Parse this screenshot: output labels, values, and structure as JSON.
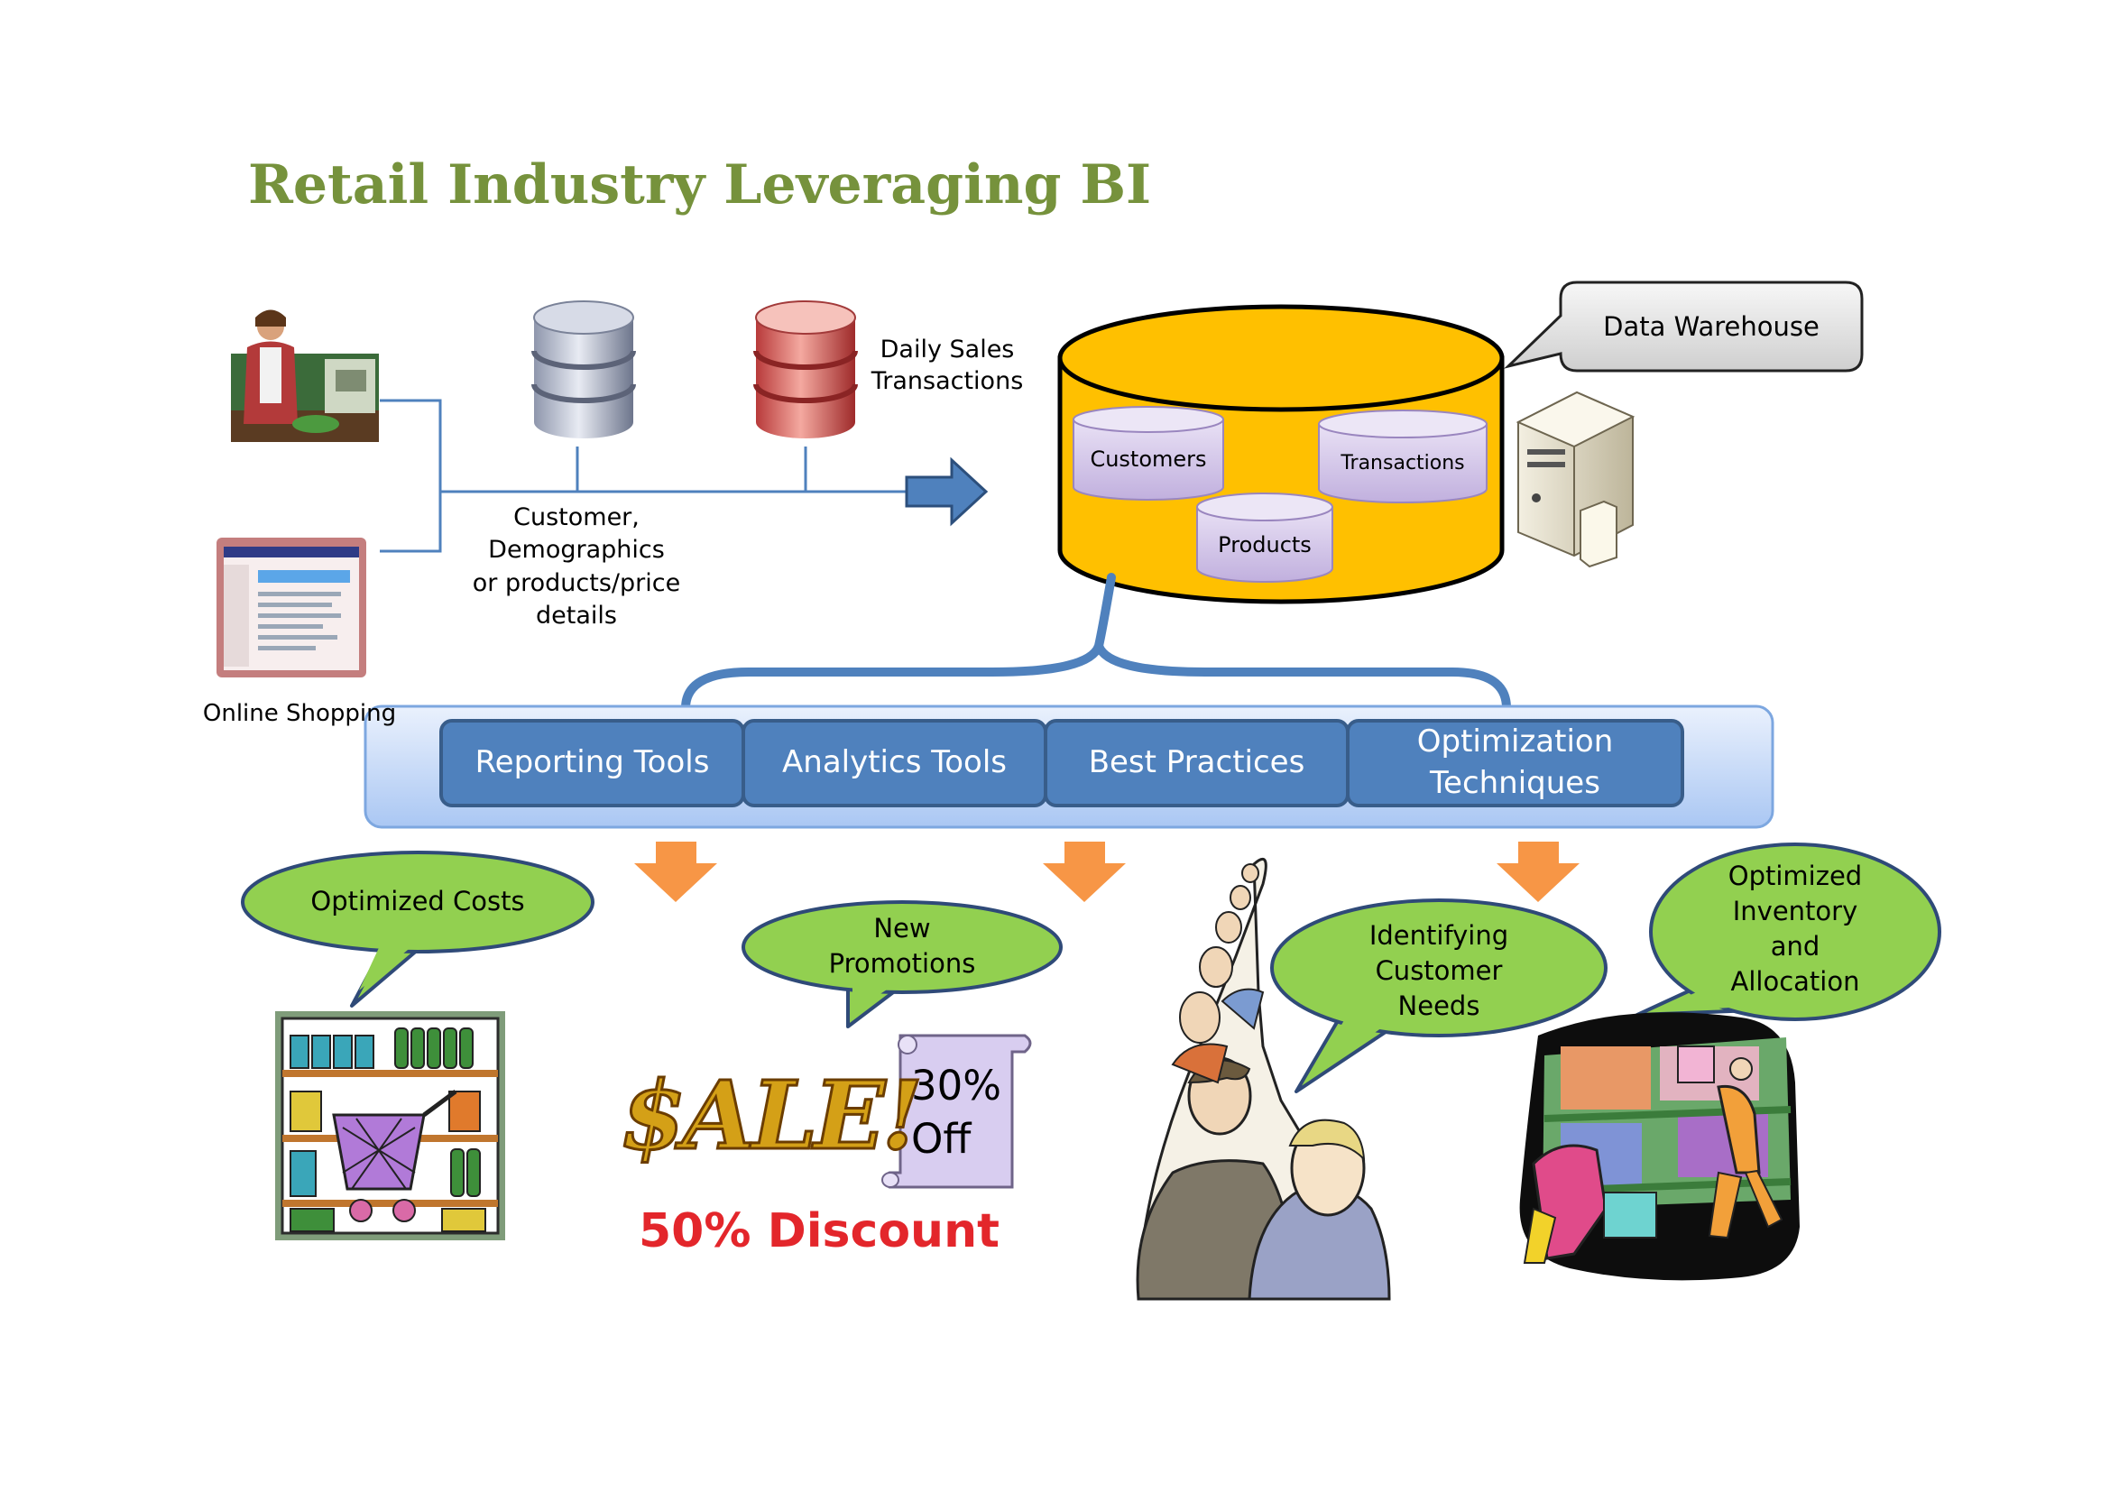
{
  "title": "Retail Industry Leveraging BI",
  "sources": {
    "online_shopping": "Online Shopping",
    "daily_sales": [
      "Daily Sales",
      "Transactions"
    ],
    "customer_demographics": [
      "Customer,",
      "Demographics",
      "or products/price",
      "details"
    ]
  },
  "warehouse": {
    "callout": "Data Warehouse",
    "tables": {
      "customers": "Customers",
      "transactions": "Transactions",
      "products": "Products"
    }
  },
  "tools": [
    {
      "label": "Reporting Tools"
    },
    {
      "label": "Analytics Tools"
    },
    {
      "label": "Best Practices"
    },
    {
      "label": "Optimization Techniques"
    }
  ],
  "outcomes": {
    "optimized_costs": "Optimized Costs",
    "new_promotions": [
      "New",
      "Promotions"
    ],
    "customer_needs": [
      "Identifying",
      "Customer",
      "Needs"
    ],
    "inventory": [
      "Optimized",
      "Inventory",
      "and",
      "Allocation"
    ]
  },
  "promo": {
    "sale": "$ALE!",
    "scroll_line1": "30%",
    "scroll_line2": "Off",
    "discount": "50% Discount"
  },
  "colors": {
    "title": "#76923c",
    "tool_fill": "#4f81bd",
    "bubble_fill": "#92d050",
    "cylinder_fill": "#ffc000",
    "arrow_orange": "#f79646"
  }
}
